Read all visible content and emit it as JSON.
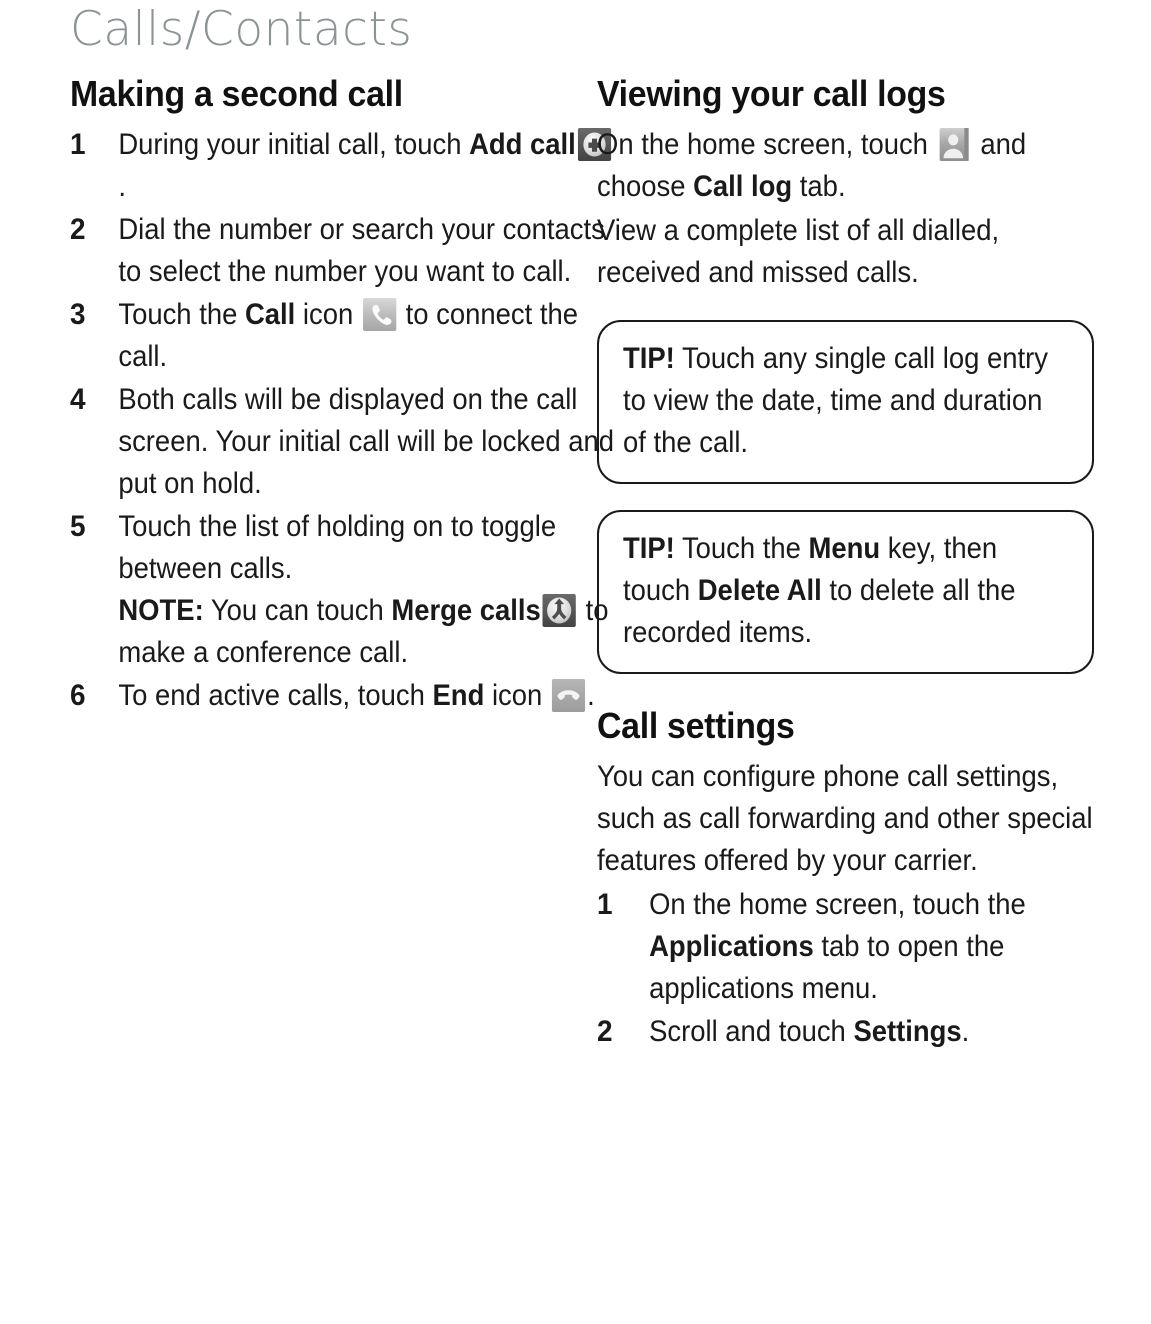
{
  "chapter": {
    "title": "Calls/Contacts"
  },
  "left_column": {
    "heading": "Making a second call",
    "steps": [
      {
        "num": "1",
        "pre": "During your initial call, touch ",
        "bold": "Add call",
        "icon": "add-call-icon",
        "post": "."
      },
      {
        "num": "2",
        "text": "Dial the number or search your contacts to select the number you want to call."
      },
      {
        "num": "3",
        "pre": "Touch the ",
        "bold": "Call",
        "mid": " icon ",
        "icon": "call-icon",
        "post": " to connect the call."
      },
      {
        "num": "4",
        "text": "Both calls will be displayed on the call screen. Your initial call will be locked and put on hold."
      },
      {
        "num": "5",
        "text": "Touch the list of holding on to toggle between calls.",
        "note_label": "NOTE:",
        "note_pre": " You can touch ",
        "note_bold": "Merge calls",
        "note_icon": "merge-calls-icon",
        "note_post": " to make a conference call."
      },
      {
        "num": "6",
        "pre": "To end active calls, touch ",
        "bold": "End",
        "mid": " icon ",
        "icon": "end-call-icon",
        "post": "."
      }
    ]
  },
  "right_column": {
    "heading": "Viewing your call logs",
    "intro_pre": "On the home screen, touch ",
    "intro_icon": "contacts-icon",
    "intro_mid": " and choose ",
    "intro_bold": "Call log",
    "intro_post": " tab.",
    "intro2": "View a complete list of all dialled, received and missed calls.",
    "tips": [
      {
        "label": "TIP!",
        "text": " Touch any single call log entry to view the date, time and duration of the call."
      },
      {
        "label": "TIP!",
        "pre": " Touch the ",
        "bold1": "Menu",
        "mid": " key, then touch ",
        "bold2": "Delete All",
        "post": " to delete all the recorded items."
      }
    ],
    "settings_heading": "Call settings",
    "settings_intro": "You can configure phone call settings, such as call forwarding and other special features offered by your carrier.",
    "settings_steps": [
      {
        "num": "1",
        "pre": "On the home screen, touch the ",
        "bold": "Applications",
        "post": " tab to open the applications menu."
      },
      {
        "num": "2",
        "pre": "Scroll and touch ",
        "bold": "Settings",
        "post": "."
      }
    ]
  },
  "colors": {
    "header_gray": "#8b9395",
    "text_black": "#1a1a1a",
    "icon_dark_chip": "#555555",
    "icon_light_chip": "#9a9a9a",
    "icon_glyph_white": "#f2f2f2"
  }
}
